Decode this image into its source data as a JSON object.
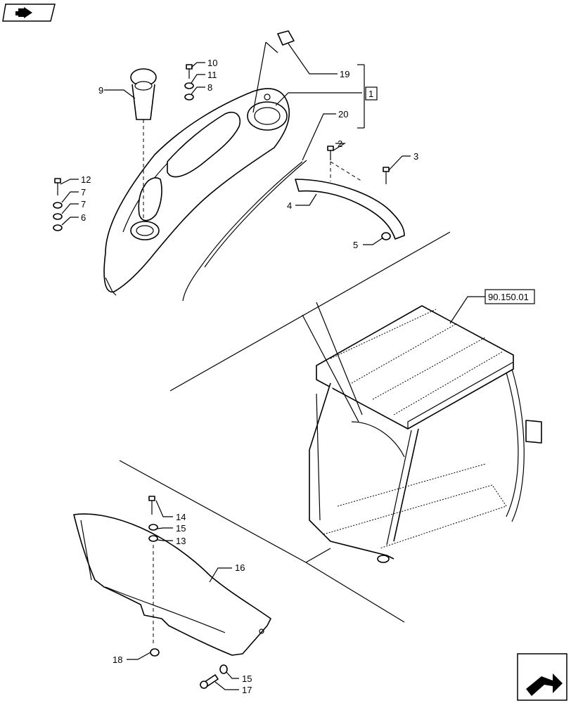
{
  "callouts": [
    {
      "id": "c1",
      "text": "1"
    },
    {
      "id": "c2",
      "text": "2"
    },
    {
      "id": "c3",
      "text": "3"
    },
    {
      "id": "c4",
      "text": "4"
    },
    {
      "id": "c5",
      "text": "5"
    },
    {
      "id": "c6",
      "text": "6"
    },
    {
      "id": "c7a",
      "text": "7"
    },
    {
      "id": "c7b",
      "text": "7"
    },
    {
      "id": "c8",
      "text": "8"
    },
    {
      "id": "c9",
      "text": "9"
    },
    {
      "id": "c10",
      "text": "10"
    },
    {
      "id": "c11",
      "text": "11"
    },
    {
      "id": "c12",
      "text": "12"
    },
    {
      "id": "c13",
      "text": "13"
    },
    {
      "id": "c14",
      "text": "14"
    },
    {
      "id": "c15a",
      "text": "15"
    },
    {
      "id": "c15b",
      "text": "15"
    },
    {
      "id": "c16",
      "text": "16"
    },
    {
      "id": "c17",
      "text": "17"
    },
    {
      "id": "c18",
      "text": "18"
    },
    {
      "id": "c19",
      "text": "19"
    },
    {
      "id": "c20",
      "text": "20"
    }
  ],
  "reference": {
    "text": "90.150.01"
  },
  "icons": {
    "top_left": "navigation-arrow-icon",
    "bottom_right": "next-page-arrow-icon"
  }
}
